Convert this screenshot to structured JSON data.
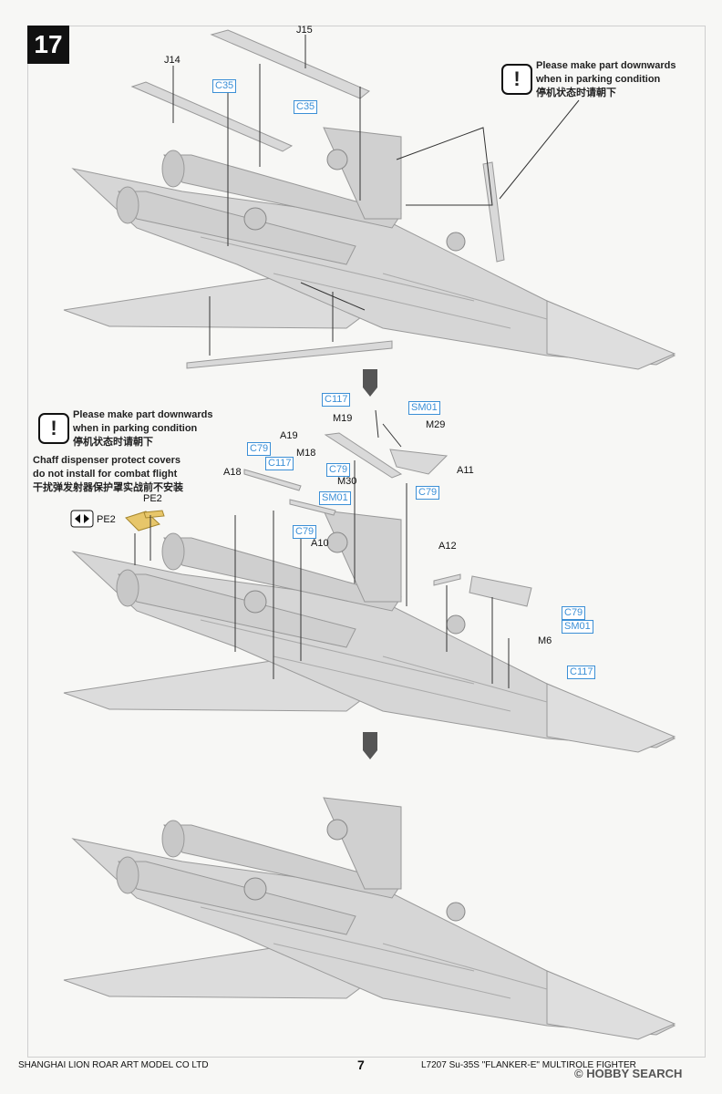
{
  "step": "17",
  "notes": {
    "parking_top": {
      "line1": "Please make part downwards",
      "line2": "when in parking condition",
      "line3": "停机状态时请朝下"
    },
    "parking_mid": {
      "line1": "Please make part downwards",
      "line2": "when in parking condition",
      "line3": "停机状态时请朝下"
    },
    "chaff": {
      "line1": "Chaff dispenser protect covers",
      "line2": "do not install for combat flight",
      "line3": "干扰弹发射器保护罩实战前不安装"
    }
  },
  "parts": {
    "j15": "J15",
    "j14": "J14",
    "c35a": "C35",
    "c35b": "C35",
    "c117a": "C117",
    "sm01a": "SM01",
    "m19": "M19",
    "m29": "M29",
    "a19": "A19",
    "c79a": "C79",
    "m18": "M18",
    "c117b": "C117",
    "a18": "A18",
    "m30": "M30",
    "c79b": "C79",
    "a11": "A11",
    "c79c": "C79",
    "sm01b": "SM01",
    "c79d": "C79",
    "a10": "A10",
    "pe2a": "PE2",
    "pe2b": "PE2",
    "a12": "A12",
    "c79e": "C79",
    "sm01c": "SM01",
    "m6": "M6",
    "c117c": "C117"
  },
  "footer": {
    "company": "SHANGHAI LION ROAR ART MODEL CO LTD",
    "page": "7",
    "kit": "L7207   Su-35S   \"FLANKER-E\"   MULTIROLE   FIGHTER",
    "watermark": "HOBBY SEARCH"
  },
  "colors": {
    "part_ref": "#3b8fd6",
    "aircraft": "#d9d9d9",
    "arrow": "#555555"
  },
  "icons": [
    "warning-icon",
    "mirror-arrows-icon",
    "down-arrow-icon",
    "copyright-icon"
  ]
}
